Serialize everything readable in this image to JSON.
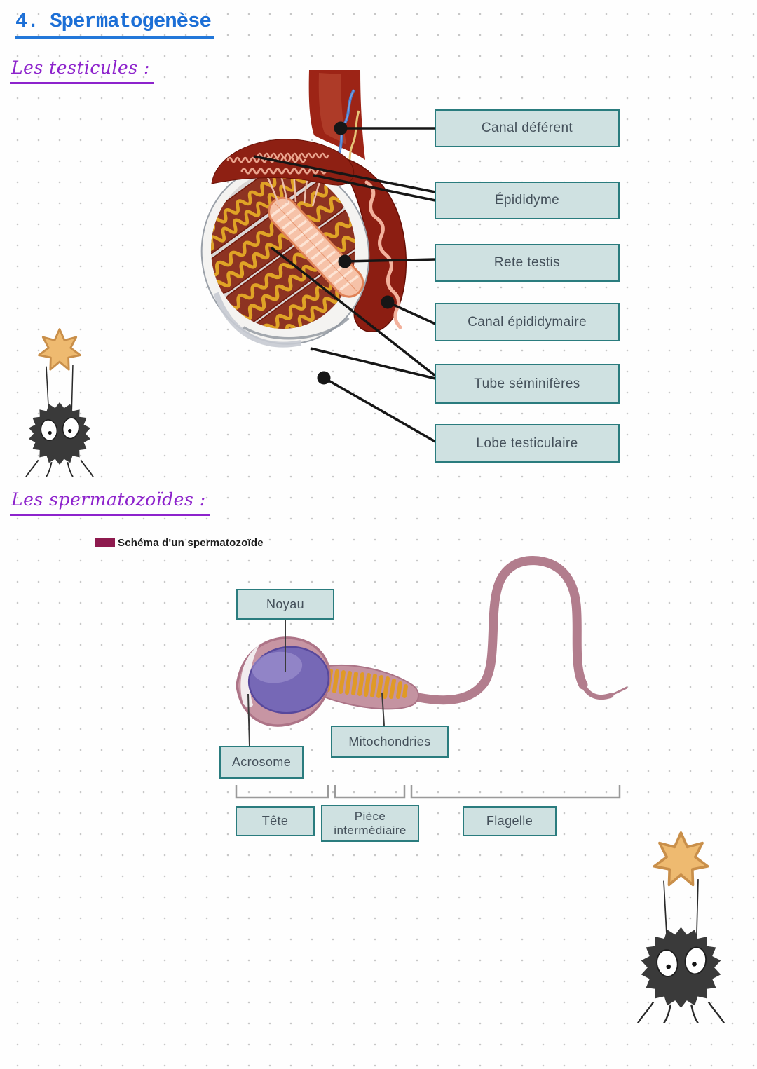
{
  "page": {
    "title": "4. Spermatogenèse"
  },
  "sections": {
    "testicules": {
      "heading": "Les testicules :"
    },
    "spermatozoides": {
      "heading": "Les spermatozoïdes :",
      "figure_caption": "Schéma d'un spermatozoïde"
    }
  },
  "testicle_diagram": {
    "labels": [
      "Canal déférent",
      "Épididyme",
      "Rete testis",
      "Canal épididymaire",
      "Tube séminifères",
      "Lobe testiculaire"
    ]
  },
  "sperm_diagram": {
    "labels": {
      "noyau": "Noyau",
      "mitochondries": "Mitochondries",
      "acrosome": "Acrosome",
      "tete": "Tête",
      "piece_intermediaire": "Pièce intermédiaire",
      "flagelle": "Flagelle"
    }
  },
  "colors": {
    "title_blue": "#1c6fd6",
    "heading_purple": "#8d23cc",
    "label_box_fill": "#cfe1e1",
    "label_box_border": "#2a7c7e",
    "legend_maroon": "#8e1a4e",
    "callout_black": "#161616"
  }
}
